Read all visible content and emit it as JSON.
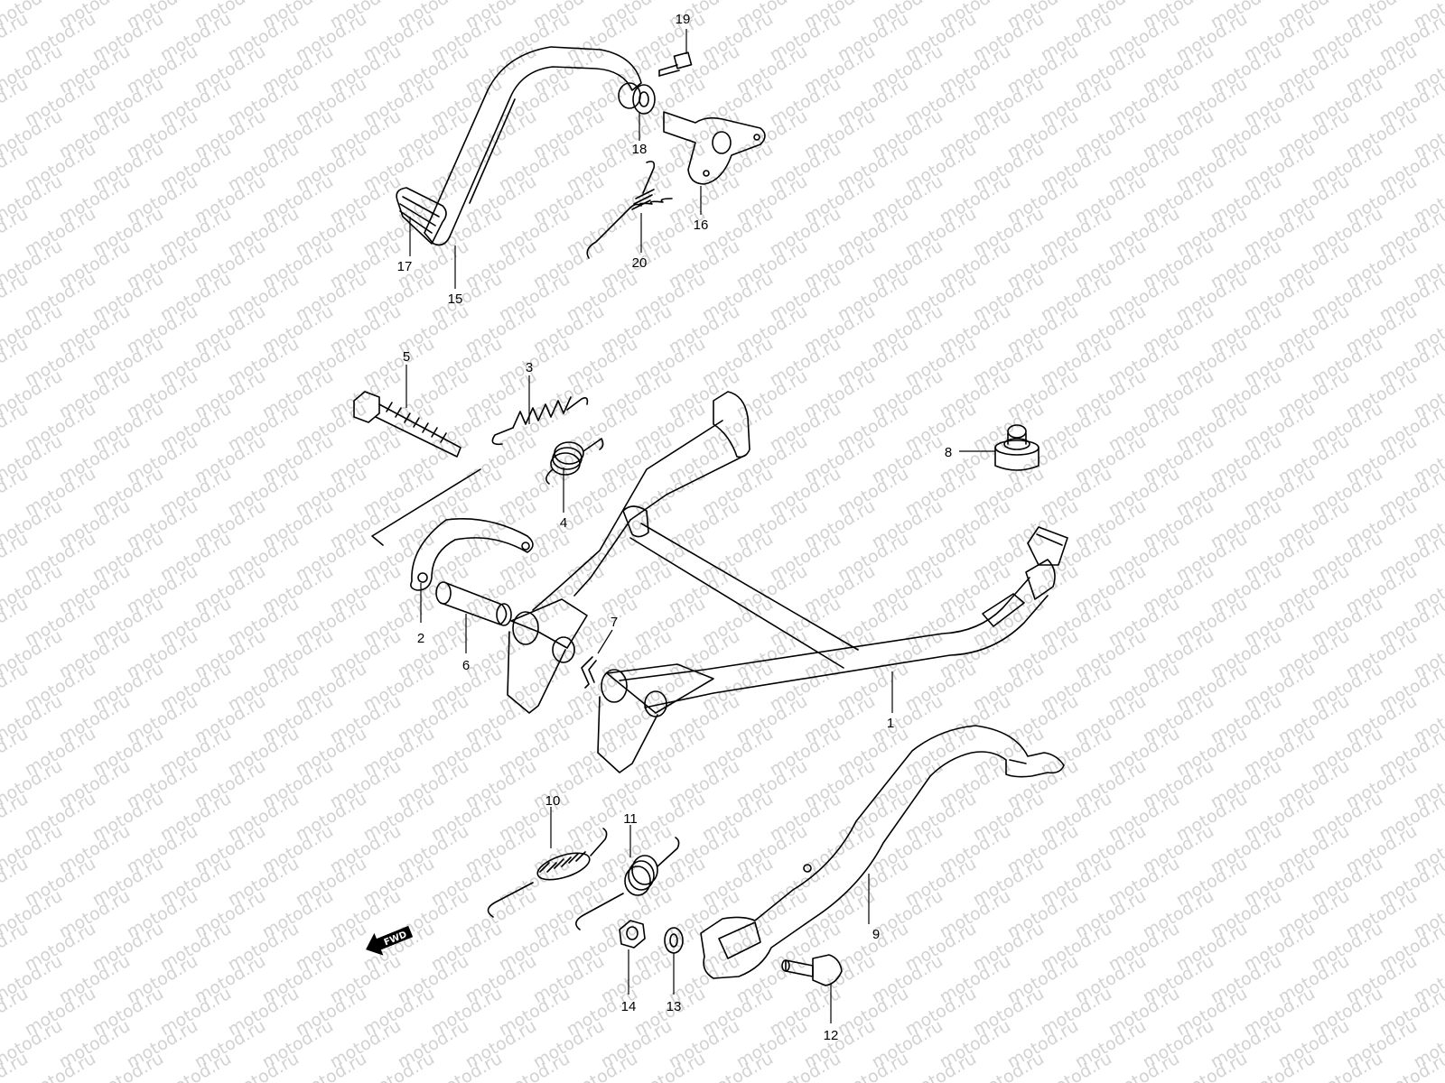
{
  "watermark_text": "motod.ru",
  "direction_marker": {
    "text": "FWD",
    "icon": "fwd-arrow-icon"
  },
  "callouts": [
    {
      "id": "c1",
      "text": "1"
    },
    {
      "id": "c2",
      "text": "2"
    },
    {
      "id": "c3",
      "text": "3"
    },
    {
      "id": "c4",
      "text": "4"
    },
    {
      "id": "c5",
      "text": "5"
    },
    {
      "id": "c6",
      "text": "6"
    },
    {
      "id": "c7",
      "text": "7"
    },
    {
      "id": "c8",
      "text": "8"
    },
    {
      "id": "c9",
      "text": "9"
    },
    {
      "id": "c10",
      "text": "10"
    },
    {
      "id": "c11",
      "text": "11"
    },
    {
      "id": "c12",
      "text": "12"
    },
    {
      "id": "c13",
      "text": "13"
    },
    {
      "id": "c14",
      "text": "14"
    },
    {
      "id": "c15",
      "text": "15"
    },
    {
      "id": "c16",
      "text": "16"
    },
    {
      "id": "c17",
      "text": "17"
    },
    {
      "id": "c18",
      "text": "18"
    },
    {
      "id": "c19",
      "text": "19"
    },
    {
      "id": "c20",
      "text": "20"
    }
  ]
}
